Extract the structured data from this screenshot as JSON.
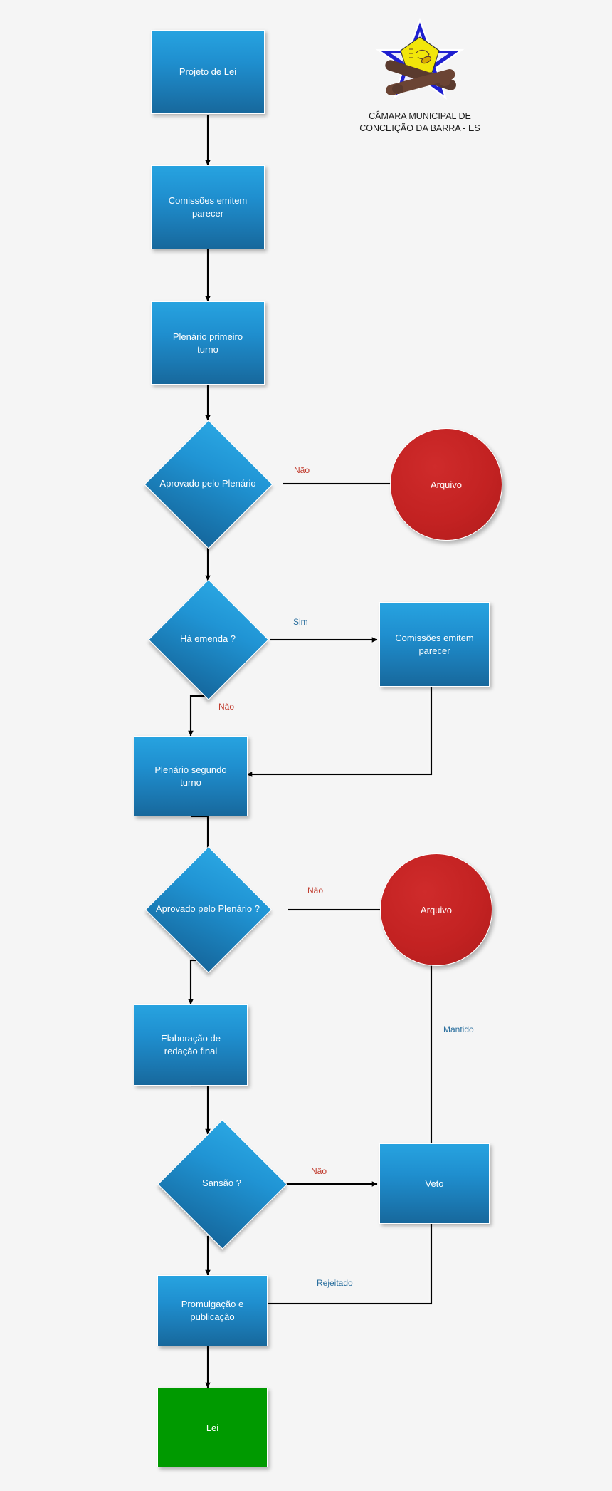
{
  "diagram": {
    "title": "Fluxo de tramitacao de projeto de lei",
    "background": "#f5f5f5",
    "colors": {
      "process_blue_top": "#27a3e0",
      "process_blue_bottom": "#17689c",
      "terminal_green": "#009a00",
      "archive_red": "#c32222",
      "label_no": "#c0392b",
      "label_yes": "#2a6f9e",
      "edge_line": "#000000"
    }
  },
  "logo": {
    "alt_name": "camara-municipal-crest",
    "star_color": "#1f1fd0",
    "pentagon_color": "#f2e60a",
    "logs_color": "#5a3a2e",
    "caption_line1": "CÂMARA MUNICIPAL DE",
    "caption_line2": "CONCEIÇÃO DA BARRA - ES"
  },
  "nodes": [
    {
      "id": "projeto",
      "type": "process",
      "label": "Projeto de Lei"
    },
    {
      "id": "comissoes1",
      "type": "process",
      "label": "Comissões emitem parecer"
    },
    {
      "id": "plenario1",
      "type": "process",
      "label": "Plenário primeiro turno"
    },
    {
      "id": "aprovado1",
      "type": "decision",
      "label": "Aprovado pelo Plenário"
    },
    {
      "id": "arquivo1",
      "type": "terminal",
      "label": "Arquivo"
    },
    {
      "id": "emenda",
      "type": "decision",
      "label": "Há emenda ?"
    },
    {
      "id": "comissoes2",
      "type": "process",
      "label": "Comissões emitem parecer"
    },
    {
      "id": "plenario2",
      "type": "process",
      "label": "Plenário segundo turno"
    },
    {
      "id": "aprovado2",
      "type": "decision",
      "label": "Aprovado pelo Plenário ?"
    },
    {
      "id": "arquivo2",
      "type": "terminal",
      "label": "Arquivo"
    },
    {
      "id": "redacao",
      "type": "process",
      "label": "Elaboração de redação final"
    },
    {
      "id": "sansao",
      "type": "decision",
      "label": "Sansão ?"
    },
    {
      "id": "veto",
      "type": "process",
      "label": "Veto"
    },
    {
      "id": "promulgacao",
      "type": "process",
      "label": "Promulgação e publicação"
    },
    {
      "id": "lei",
      "type": "end",
      "label": "Lei"
    }
  ],
  "node_text": {
    "projeto": "Projeto de Lei",
    "comissoes1_l1": "Comissões emitem",
    "comissoes1_l2": "parecer",
    "plenario1_l1": "Plenário primeiro",
    "plenario1_l2": "turno",
    "aprovado1": "Aprovado pelo Plenário",
    "arquivo1": "Arquivo",
    "emenda": "Há emenda ?",
    "comissoes2_l1": "Comissões emitem",
    "comissoes2_l2": "parecer",
    "plenario2_l1": "Plenário segundo",
    "plenario2_l2": "turno",
    "aprovado2": "Aprovado pelo Plenário ?",
    "arquivo2": "Arquivo",
    "redacao_l1": "Elaboração de",
    "redacao_l2": "redação final",
    "sansao": "Sansão ?",
    "veto": "Veto",
    "promulgacao_l1": "Promulgação e",
    "promulgacao_l2": "publicação",
    "lei": "Lei"
  },
  "edge_labels": {
    "aprovado1_nao": "Não",
    "emenda_sim": "Sim",
    "emenda_nao": "Não",
    "aprovado2_nao": "Não",
    "sansao_nao": "Não",
    "veto_mantido": "Mantido",
    "veto_rejeitado": "Rejeitado"
  }
}
